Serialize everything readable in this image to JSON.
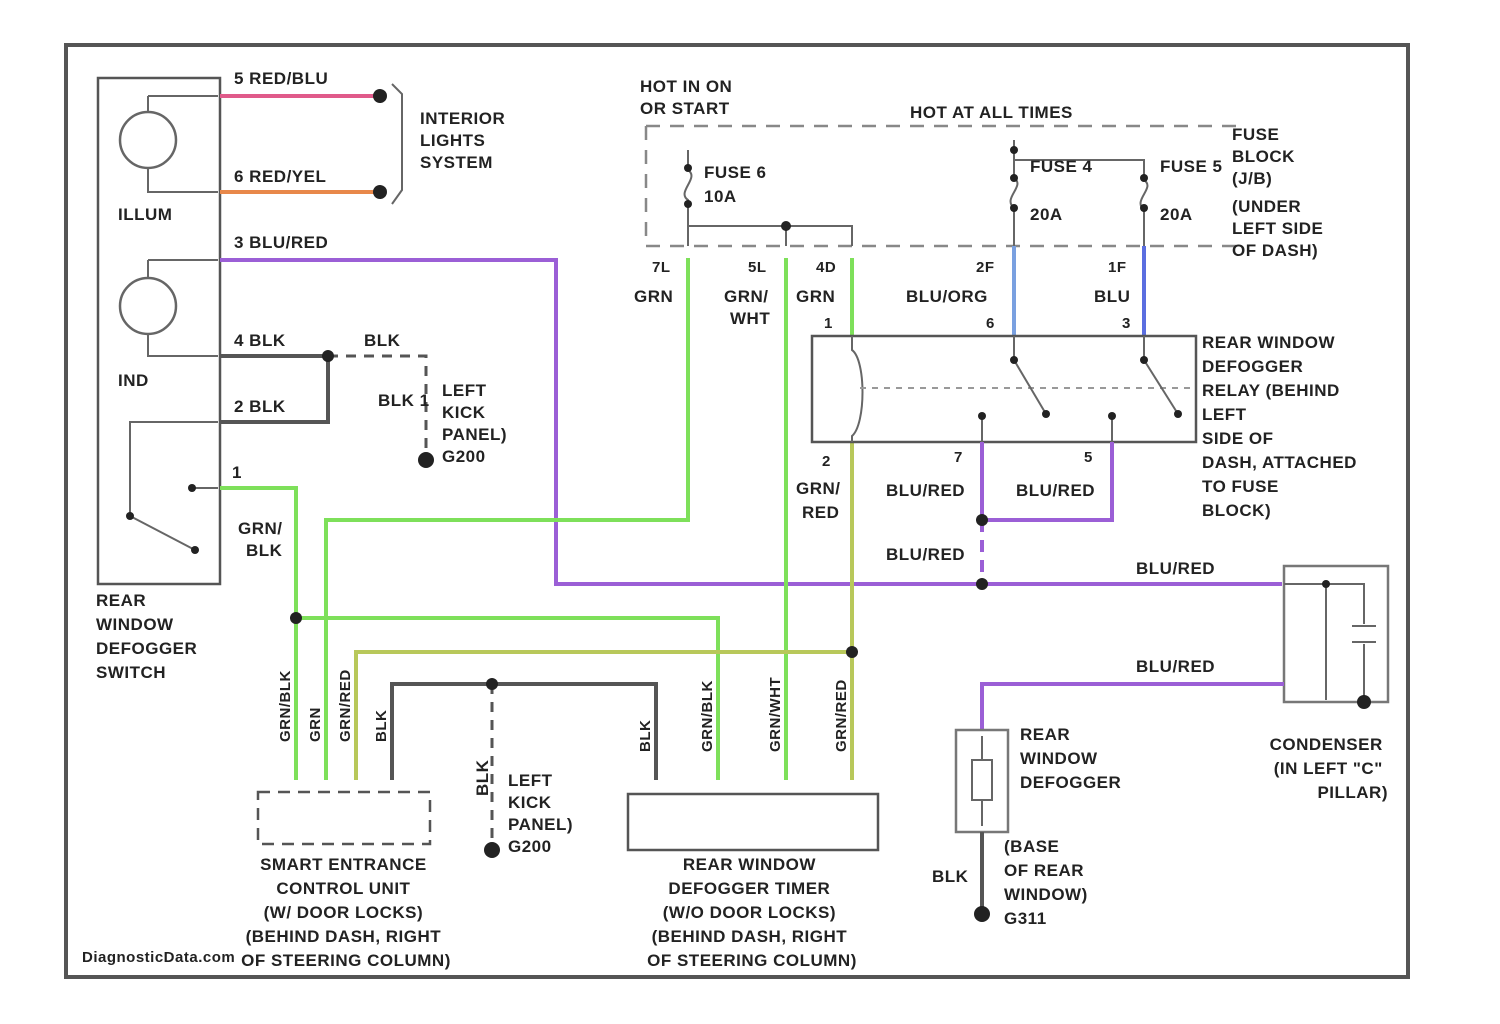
{
  "labels": {
    "illum": "ILLUM",
    "ind": "IND",
    "rear_defogger_switch": [
      "REAR",
      "WINDOW",
      "DEFOGGER",
      "SWITCH"
    ],
    "interior_lights": [
      "INTERIOR",
      "LIGHTS",
      "SYSTEM"
    ],
    "hot_run_start": [
      "HOT IN ON",
      "OR START"
    ],
    "hot_all_times": "HOT AT ALL TIMES",
    "fuse6": "FUSE 6",
    "fuse6_amp": "10A",
    "fuse4": "FUSE 4",
    "fuse4_amp": "20A",
    "fuse5": "FUSE 5",
    "fuse5_amp": "20A",
    "fuse_block": [
      "FUSE",
      "BLOCK",
      "(J/B)",
      "(UNDER",
      "LEFT SIDE",
      "OF DASH)"
    ],
    "relay": [
      "REAR WINDOW",
      "DEFOGGER",
      "RELAY (BEHIND",
      "LEFT",
      "SIDE OF",
      "DASH, ATTACHED",
      "TO FUSE",
      "BLOCK)"
    ],
    "left_kick_g200": [
      "LEFT",
      "KICK",
      "PANEL)",
      "G200"
    ],
    "smart_entrance": [
      "SMART ENTRANCE",
      "CONTROL UNIT",
      "(W/ DOOR LOCKS)",
      "(BEHIND DASH, RIGHT",
      "OF STEERING COLUMN)"
    ],
    "defogger_timer": [
      "REAR WINDOW",
      "DEFOGGER TIMER",
      "(W/O DOOR LOCKS)",
      "(BEHIND DASH, RIGHT",
      "OF STEERING COLUMN)"
    ],
    "left_kick_g200_b": [
      "LEFT",
      "KICK",
      "PANEL)",
      "G200"
    ],
    "rear_defogger": [
      "REAR",
      "WINDOW",
      "DEFOGGER"
    ],
    "base_rear_window": [
      "(BASE",
      "OF REAR",
      "WINDOW)",
      "G311"
    ],
    "condenser": [
      "CONDENSER",
      "(IN LEFT \"C\"",
      "PILLAR)"
    ],
    "watermark": "DiagnosticData.com"
  },
  "wire_labels": {
    "red_blu": "5  RED/BLU",
    "red_yel": "6  RED/YEL",
    "blu_red_3": "3  BLU/RED",
    "blk_4": "4  BLK",
    "blk_top": "BLK",
    "blk_2": "2  BLK",
    "blk_1": "BLK 1",
    "pin1": "1",
    "grn_blk": [
      "GRN/",
      "BLK"
    ],
    "grn": "GRN",
    "grn_wht": [
      "GRN/",
      "WHT"
    ],
    "grn2": "GRN",
    "blu_org": "BLU/ORG",
    "blu": "BLU",
    "t7l": "7L",
    "t5l": "5L",
    "t4d": "4D",
    "t2f": "2F",
    "t1f": "1F",
    "grn_red": [
      "GRN/",
      "RED"
    ],
    "blu_red_a": "BLU/RED",
    "blu_red_b": "BLU/RED",
    "blu_red_c": "BLU/RED",
    "blu_red_d": "BLU/RED",
    "blu_red_e": "BLU/RED",
    "blk_g311": "BLK",
    "blk_vert": "BLK",
    "r1": "1",
    "r6": "6",
    "r3": "3",
    "r2": "2",
    "r7": "7",
    "r5": "5",
    "sec_wire1": "GRN/BLK",
    "sec_wire2": "GRN",
    "sec_wire3": "GRN/RED",
    "sec_wire4": "BLK",
    "tim_wire1": "BLK",
    "tim_wire2": "GRN/BLK",
    "tim_wire3": "GRN/WHT",
    "tim_wire4": "GRN/RED"
  },
  "colors": {
    "green": "#7ee05a",
    "purple": "#9b5fd6",
    "black": "#555555",
    "yellow_green": "#b8c85a",
    "blue": "#5b6ee0",
    "red_blu": "#e05a8a",
    "red_yel": "#e8884a"
  }
}
